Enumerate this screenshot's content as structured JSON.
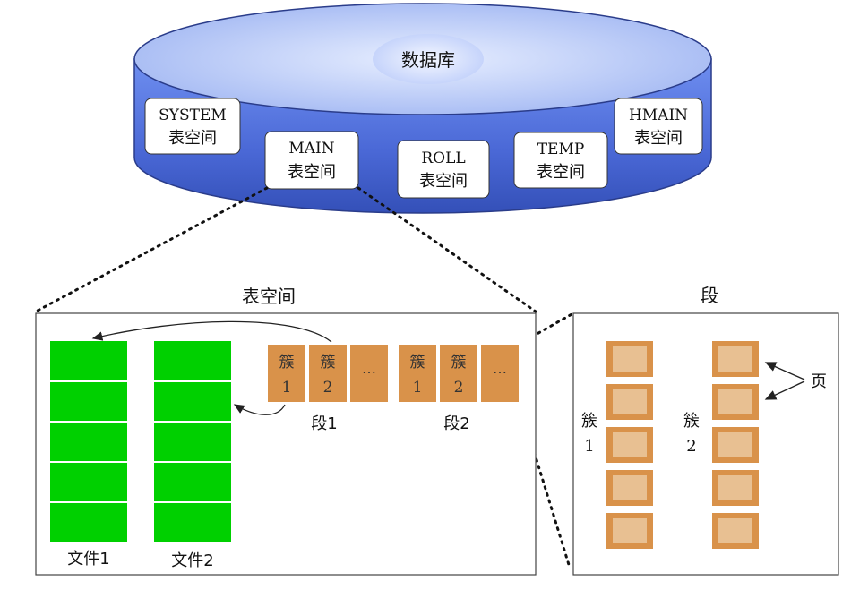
{
  "database": {
    "label": "数据库",
    "tablespaces": [
      {
        "name": "SYSTEM",
        "suffix": "表空间"
      },
      {
        "name": "MAIN",
        "suffix": "表空间"
      },
      {
        "name": "ROLL",
        "suffix": "表空间"
      },
      {
        "name": "TEMP",
        "suffix": "表空间"
      },
      {
        "name": "HMAIN",
        "suffix": "表空间"
      }
    ]
  },
  "tablespace_panel": {
    "title": "表空间",
    "files": [
      "文件1",
      "文件2"
    ],
    "segments": [
      {
        "label": "段1",
        "clusters": [
          [
            "簇",
            "1"
          ],
          [
            "簇",
            "2"
          ],
          [
            "…",
            ""
          ]
        ]
      },
      {
        "label": "段2",
        "clusters": [
          [
            "簇",
            "1"
          ],
          [
            "簇",
            "2"
          ],
          [
            "…",
            ""
          ]
        ]
      }
    ]
  },
  "segment_panel": {
    "title": "段",
    "cluster_labels": [
      [
        "簇",
        "1"
      ],
      [
        "簇",
        "2"
      ]
    ],
    "page_label": "页"
  },
  "colors": {
    "disk_top": "#c9d8fb",
    "disk_body": "#4f6fdc",
    "file_green": "#00d000",
    "cluster_orange": "#d9924a",
    "page_fill": "#e8c092"
  }
}
